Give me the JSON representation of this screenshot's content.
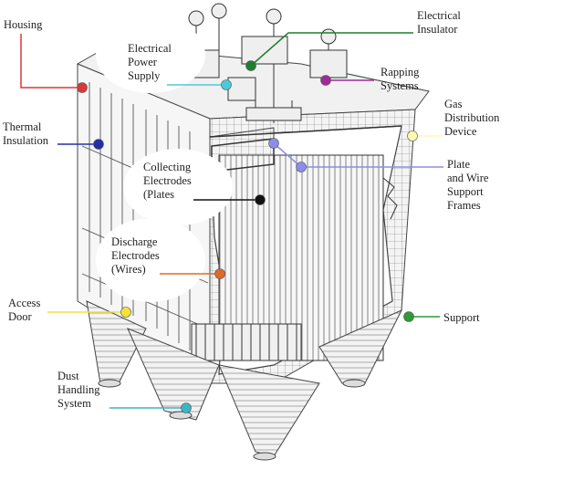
{
  "labels": {
    "housing": "Housing",
    "electrical_power_supply": "Electrical\nPower\nSupply",
    "electrical_insulator": "Electrical\nInsulator",
    "rapping_systems": "Rapping\nSystems",
    "gas_distribution_device": "Gas\nDistribution\nDevice",
    "thermal_insulation": "Thermal\nInsulation",
    "collecting_electrodes": "Collecting\nElectrodes\n(Plates",
    "plate_and_wire_support_frames": "Plate\nand Wire\nSupport\nFrames",
    "discharge_electrodes": "Discharge\nElectrodes\n(Wires)",
    "access_door": "Access\nDoor",
    "support": "Support",
    "dust_handling_system": "Dust\nHandling\nSystem"
  },
  "colors": {
    "housing": "#d9383a",
    "electrical_power_supply": "#4fc9d6",
    "electrical_insulator": "#1f7f2f",
    "rapping_systems": "#a02a9c",
    "gas_distribution_device": "#fff8b0",
    "thermal_insulation": "#2030a8",
    "collecting_electrodes": "#111111",
    "plate_and_wire_support_frames": "#8a8ee8",
    "discharge_electrodes": "#e0682a",
    "access_door": "#f2e23a",
    "support": "#2f9a35",
    "dust_handling_system": "#3ab6c4"
  }
}
